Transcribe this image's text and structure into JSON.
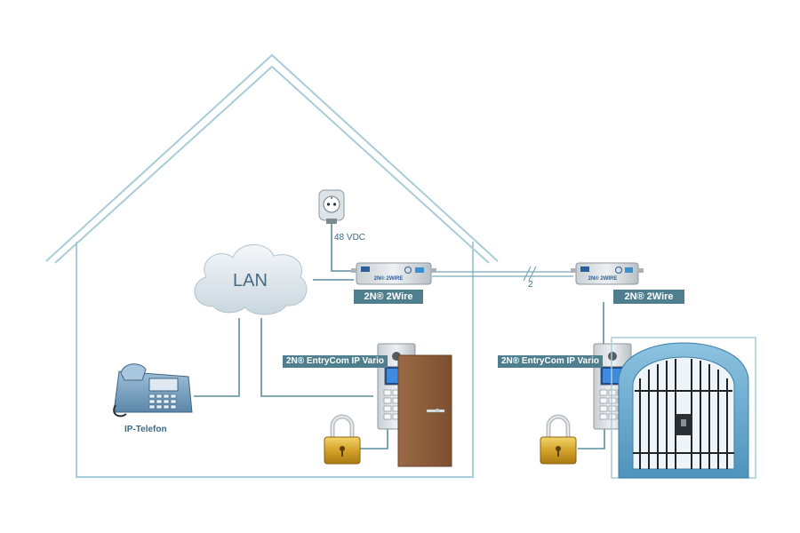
{
  "labels": {
    "lan": "LAN",
    "power": "48 VDC",
    "wire_count": "2",
    "phone": "IP-Telefon",
    "twowire_house": "2N® 2Wire",
    "twowire_gate": "2N® 2Wire",
    "entrycom_house": "2N® EntryCom IP Vario",
    "entrycom_gate": "2N® EntryCom IP Vario",
    "device_brand": "2N® 2WIRE"
  },
  "colors": {
    "outline": "#a8ccd8",
    "line": "#5b8ea0",
    "label_bg": "#4f7f8f",
    "text_blue": "#3e6a85",
    "door": "#8a5a3a",
    "lock_gold": "#d4a22a",
    "gate_blue": "#5a9ec4"
  },
  "icons": [
    "power-plug-icon",
    "lan-cloud-icon",
    "ip-phone-icon",
    "twowire-device-icon",
    "intercom-icon",
    "padlock-icon",
    "door-icon",
    "gate-icon"
  ]
}
